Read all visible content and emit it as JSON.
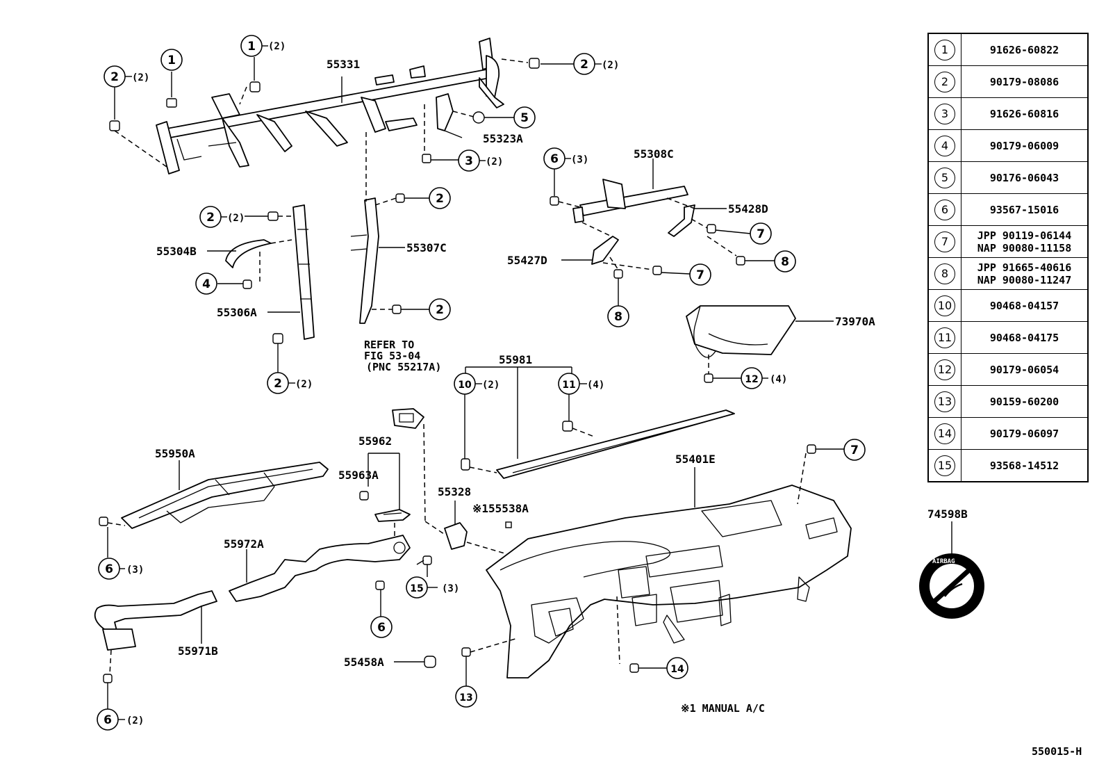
{
  "legend": [
    {
      "key": "1",
      "lines": [
        "91626-60822"
      ]
    },
    {
      "key": "2",
      "lines": [
        "90179-08086"
      ]
    },
    {
      "key": "3",
      "lines": [
        "91626-60816"
      ]
    },
    {
      "key": "4",
      "lines": [
        "90179-06009"
      ]
    },
    {
      "key": "5",
      "lines": [
        "90176-06043"
      ]
    },
    {
      "key": "6",
      "lines": [
        "93567-15016"
      ]
    },
    {
      "key": "7",
      "lines": [
        "JPP 90119-06144",
        "NAP 90080-11158"
      ]
    },
    {
      "key": "8",
      "lines": [
        "JPP 91665-40616",
        "NAP 90080-11247"
      ]
    },
    {
      "key": "10",
      "lines": [
        "90468-04157"
      ]
    },
    {
      "key": "11",
      "lines": [
        "90468-04175"
      ]
    },
    {
      "key": "12",
      "lines": [
        "90179-06054"
      ]
    },
    {
      "key": "13",
      "lines": [
        "90159-60200"
      ]
    },
    {
      "key": "14",
      "lines": [
        "90179-06097"
      ]
    },
    {
      "key": "15",
      "lines": [
        "93568-14512"
      ]
    }
  ],
  "parts": {
    "p55331": "55331",
    "p55323A": "55323A",
    "p55308C": "55308C",
    "p55428D": "55428D",
    "p55427D": "55427D",
    "p55304B": "55304B",
    "p55306A": "55306A",
    "p55307C": "55307C",
    "p73970A": "73970A",
    "p55981": "55981",
    "p55950A": "55950A",
    "p55962": "55962",
    "p55963A": "55963A",
    "p55328": "55328",
    "p155538A": "※155538A",
    "p55401E": "55401E",
    "p55972A": "55972A",
    "p55971B": "55971B",
    "p55458A": "55458A",
    "p74598B": "74598B"
  },
  "refer": [
    "REFER TO",
    "FIG 53-04",
    "(PNC 55217A)"
  ],
  "footnote": "※1  MANUAL  A/C",
  "figure_code": "550015-H",
  "callouts": {
    "c1a": "1",
    "c1b": "1",
    "c2a": "2",
    "c2b": "2",
    "c2c": "2",
    "c2d": "2",
    "c2e": "2",
    "c2f": "2",
    "c3": "3",
    "c4": "4",
    "c5": "5",
    "c6a": "6",
    "c6b": "6",
    "c6c": "6",
    "c6d": "6",
    "c7a": "7",
    "c7b": "7",
    "c7c": "7",
    "c8a": "8",
    "c8b": "8",
    "c10": "10",
    "c11": "11",
    "c12": "12",
    "c13": "13",
    "c14": "14",
    "c15": "15"
  },
  "quantities": {
    "q1b": "(2)",
    "q2a": "(2)",
    "q2b": "(2)",
    "q2d": "(2)",
    "q2f": "(2)",
    "q3": "(2)",
    "q6a": "(3)",
    "q6b": "(3)",
    "q6d": "(2)",
    "q10": "(2)",
    "q11": "(4)",
    "q12": "(4)",
    "q15": "(3)"
  }
}
